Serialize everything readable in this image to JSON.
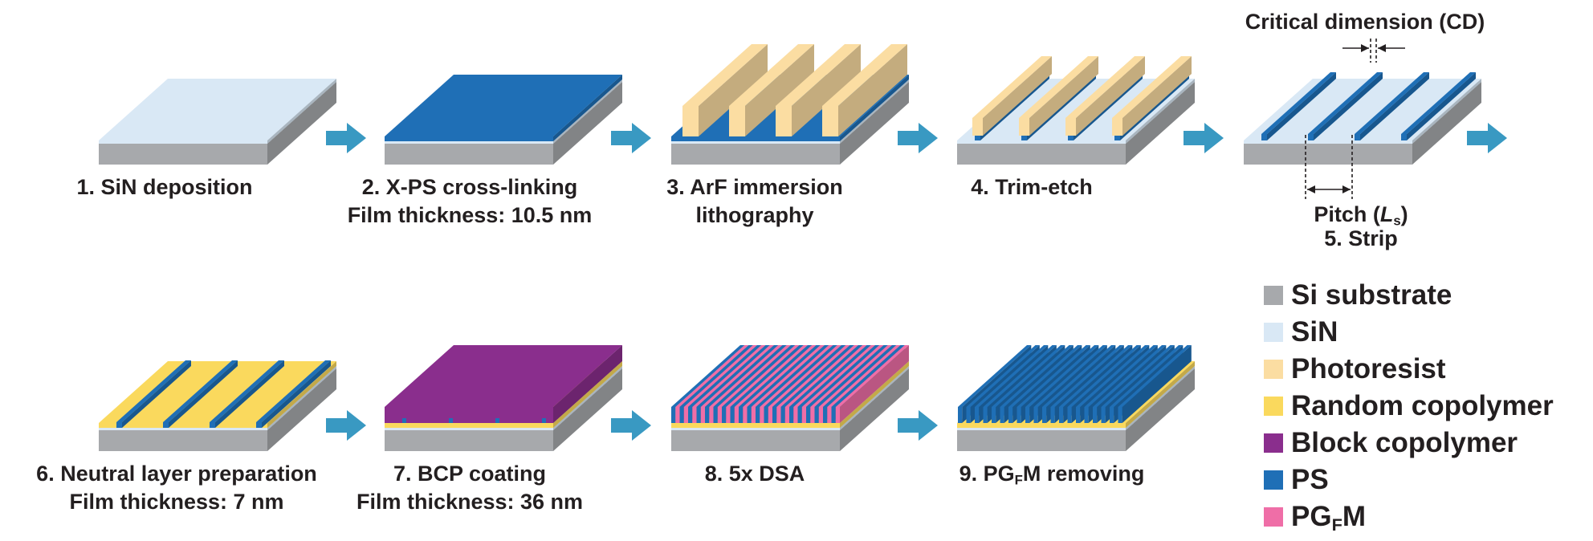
{
  "colors": {
    "si": "#a7a9ac",
    "sin": "#d9e8f5",
    "photoresist": "#fbdda2",
    "random": "#fad95d",
    "bcp": "#8a2e8d",
    "ps": "#1f6fb6",
    "pgfm": "#ef6ea7",
    "arrow": "#3999c2"
  },
  "steps": [
    {
      "line1": "1. SiN deposition",
      "line2": ""
    },
    {
      "line1": "2. X-PS cross-linking",
      "line2": "Film thickness: 10.5 nm"
    },
    {
      "line1": "3. ArF immersion",
      "line2": "lithography"
    },
    {
      "line1": "4. Trim-etch",
      "line2": ""
    },
    {
      "line1": "5. Strip",
      "line2": ""
    },
    {
      "line1": "6. Neutral layer preparation",
      "line2": "Film thickness: 7 nm"
    },
    {
      "line1": "7. BCP coating",
      "line2": "Film thickness: 36 nm"
    },
    {
      "line1": "8. 5x DSA",
      "line2": ""
    },
    {
      "line1": "9. PG",
      "line1_sub": "F",
      "line1_post": "M removing",
      "line2": ""
    }
  ],
  "annotations": {
    "cd": "Critical dimension (CD)",
    "pitch_pre": "Pitch (",
    "pitch_var": "L",
    "pitch_sub": "s",
    "pitch_post": ")"
  },
  "legend": [
    {
      "label": "Si substrate",
      "color_key": "si"
    },
    {
      "label": "SiN",
      "color_key": "sin"
    },
    {
      "label": "Photoresist",
      "color_key": "photoresist"
    },
    {
      "label": "Random copolymer",
      "color_key": "random"
    },
    {
      "label": "Block copolymer",
      "color_key": "bcp"
    },
    {
      "label": "PS",
      "color_key": "ps"
    },
    {
      "label": "PG",
      "sub": "F",
      "post": "M",
      "color_key": "pgfm"
    }
  ]
}
